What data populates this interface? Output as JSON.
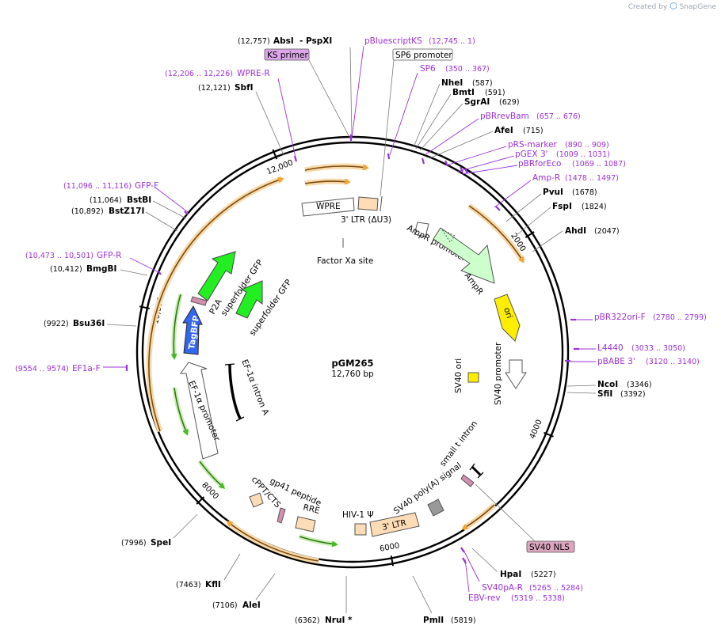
{
  "brand": {
    "created_by": "Created by",
    "app": "SnapGene",
    "icon": "snapgene-logo-icon"
  },
  "plasmid": {
    "name": "pGM265",
    "length": 12760,
    "size_text": "12,760 bp"
  },
  "ticks": [
    {
      "bp": 2000,
      "text": "2000"
    },
    {
      "bp": 4000,
      "text": "4000"
    },
    {
      "bp": 6000,
      "text": "6000"
    },
    {
      "bp": 8000,
      "text": "8000"
    },
    {
      "bp": 10000,
      "text": "10,000"
    },
    {
      "bp": 12000,
      "text": "12,000"
    }
  ],
  "labels": [
    {
      "name": "AbsI",
      "pos": "(12,757)",
      "extra": "- PspXI",
      "kind": "site",
      "bp": 12757
    },
    {
      "name": "pBluescriptKS",
      "pos": "(12,745 .. 1)",
      "kind": "primer",
      "bp": 12755
    },
    {
      "name": "KS primer",
      "kind": "boxed-primer",
      "bp": 12740
    },
    {
      "name": "SP6 promoter",
      "kind": "boxed",
      "bp": 20
    },
    {
      "name": "SP6",
      "pos": "(350 .. 367)",
      "kind": "primer",
      "bp": 358
    },
    {
      "name": "WPRE-R",
      "pos": "(12,206 .. 12,226)",
      "kind": "primer",
      "bp": 12216
    },
    {
      "name": "SbfI",
      "pos": "(12,121)",
      "kind": "site",
      "bp": 12121
    },
    {
      "name": "NheI",
      "pos": "(587)",
      "kind": "site",
      "bp": 587
    },
    {
      "name": "BmtI",
      "pos": "(591)",
      "kind": "site",
      "bp": 591
    },
    {
      "name": "SgrAI",
      "pos": "(629)",
      "kind": "site",
      "bp": 629
    },
    {
      "name": "pBRrevBam",
      "pos": "(657 .. 676)",
      "kind": "primer",
      "bp": 666
    },
    {
      "name": "AfeI",
      "pos": "(715)",
      "kind": "site",
      "bp": 715
    },
    {
      "name": "pRS-marker",
      "pos": "(890 .. 909)",
      "kind": "primer",
      "bp": 900
    },
    {
      "name": "pGEX 3'",
      "pos": "(1009 .. 1031)",
      "kind": "primer",
      "bp": 1020
    },
    {
      "name": "pBRforEco",
      "pos": "(1069 .. 1087)",
      "kind": "primer",
      "bp": 1078
    },
    {
      "name": "Amp-R",
      "pos": "(1478 .. 1497)",
      "kind": "primer",
      "bp": 1488
    },
    {
      "name": "PvuI",
      "pos": "(1678)",
      "kind": "site",
      "bp": 1678
    },
    {
      "name": "FspI",
      "pos": "(1824)",
      "kind": "site",
      "bp": 1824
    },
    {
      "name": "AhdI",
      "pos": "(2047)",
      "kind": "site",
      "bp": 2047
    },
    {
      "name": "GFP-F",
      "pos": "(11,096 .. 11,116)",
      "kind": "primer",
      "bp": 11106
    },
    {
      "name": "BstBI",
      "pos": "(11,064)",
      "kind": "site",
      "bp": 11064
    },
    {
      "name": "BstZ17I",
      "pos": "(10,892)",
      "kind": "site",
      "bp": 10892
    },
    {
      "name": "GFP-R",
      "pos": "(10,473 .. 10,501)",
      "kind": "primer",
      "bp": 10487
    },
    {
      "name": "BmgBI",
      "pos": "(10,412)",
      "kind": "site",
      "bp": 10412
    },
    {
      "name": "Bsu36I",
      "pos": "(9922)",
      "kind": "site",
      "bp": 9922
    },
    {
      "name": "EF1a-F",
      "pos": "(9554 .. 9574)",
      "kind": "primer",
      "bp": 9564
    },
    {
      "name": "pBR322ori-F",
      "pos": "(2780 .. 2799)",
      "kind": "primer",
      "bp": 2790
    },
    {
      "name": "L4440",
      "pos": "(3033 .. 3050)",
      "kind": "primer",
      "bp": 3041
    },
    {
      "name": "pBABE 3'",
      "pos": "(3120 .. 3140)",
      "kind": "primer",
      "bp": 3130
    },
    {
      "name": "NcoI",
      "pos": "(3346)",
      "kind": "site",
      "bp": 3346
    },
    {
      "name": "SfiI",
      "pos": "(3392)",
      "kind": "site",
      "bp": 3392
    },
    {
      "name": "SV40 NLS",
      "kind": "boxed-pink",
      "bp": 5080
    },
    {
      "name": "HpaI",
      "pos": "(5227)",
      "kind": "site",
      "bp": 5227
    },
    {
      "name": "SV40pA-R",
      "pos": "(5265 .. 5284)",
      "kind": "primer",
      "bp": 5275
    },
    {
      "name": "EBV-rev",
      "pos": "(5319 .. 5338)",
      "kind": "primer",
      "bp": 5328
    },
    {
      "name": "PmlI",
      "pos": "(5819)",
      "kind": "site",
      "bp": 5819
    },
    {
      "name": "NruI *",
      "pos": "(6362)",
      "kind": "site",
      "bp": 6362
    },
    {
      "name": "AleI",
      "pos": "(7106)",
      "kind": "site",
      "bp": 7106
    },
    {
      "name": "KflI",
      "pos": "(7463)",
      "kind": "site",
      "bp": 7463
    },
    {
      "name": "SpeI",
      "pos": "(7996)",
      "kind": "site",
      "bp": 7996
    }
  ],
  "features": [
    {
      "name": "WPRE",
      "kind": "misc",
      "color": "#ffffff"
    },
    {
      "name": "3' LTR (ΔU3)",
      "kind": "ltr",
      "color": "#fddcb6"
    },
    {
      "name": "Factor Xa site",
      "kind": "site-text"
    },
    {
      "name": "AmpR promoter",
      "kind": "promoter",
      "color": "#ffffff"
    },
    {
      "name": "AmpR",
      "kind": "cds",
      "color": "#ccffcc"
    },
    {
      "name": "ori",
      "kind": "origin",
      "color": "#ffee00"
    },
    {
      "name": "SV40 ori",
      "kind": "origin",
      "color": "#ffee00"
    },
    {
      "name": "SV40 promoter",
      "kind": "promoter",
      "color": "#ffffff"
    },
    {
      "name": "small t intron",
      "kind": "intron",
      "color": "#000000"
    },
    {
      "name": "SV40 poly(A) signal",
      "kind": "polyA",
      "color": "#999999"
    },
    {
      "name": "3' LTR",
      "kind": "ltr",
      "color": "#fddcb6"
    },
    {
      "name": "HIV-1 Ψ",
      "kind": "misc",
      "color": "#fddcb6"
    },
    {
      "name": "RRE",
      "kind": "misc",
      "color": "#fddcb6"
    },
    {
      "name": "gp41 peptide",
      "kind": "misc",
      "color": "#d48fb0"
    },
    {
      "name": "cPPT/CTS",
      "kind": "misc",
      "color": "#fddcb6"
    },
    {
      "name": "EF-1α promoter",
      "kind": "promoter",
      "color": "#ffffff"
    },
    {
      "name": "EF-1α intron A",
      "kind": "intron",
      "color": "#000000"
    },
    {
      "name": "TagBFP",
      "kind": "cds",
      "color": "#3366ee"
    },
    {
      "name": "P2A",
      "kind": "misc",
      "color": "#d48fb0"
    },
    {
      "name": "superfolder GFP",
      "kind": "cds",
      "color": "#22ee22"
    },
    {
      "name": "superfolder GFP",
      "kind": "cds",
      "color": "#22ee22"
    }
  ]
}
